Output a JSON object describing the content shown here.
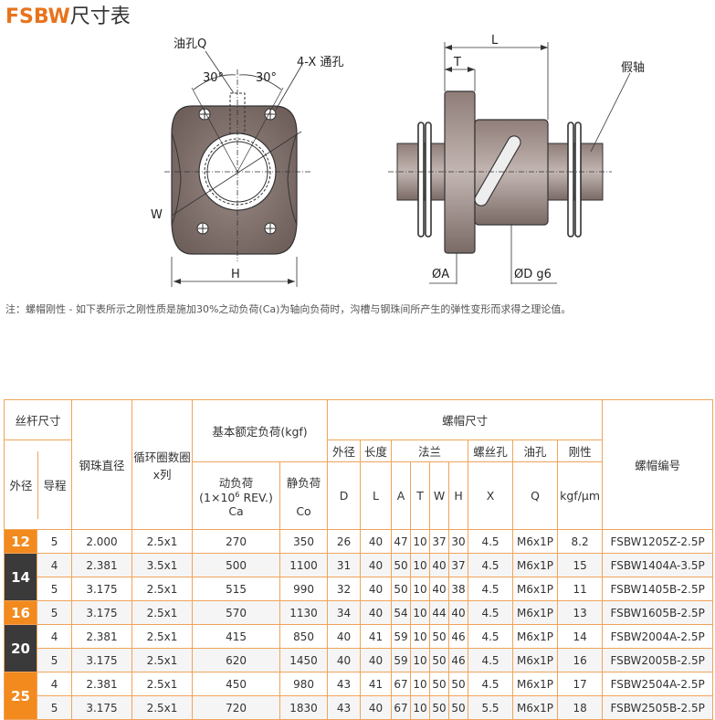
{
  "title": {
    "brand": "FSBW",
    "rest": "尺寸表"
  },
  "diagram": {
    "left_labels": {
      "oil_hole": "油孔Q",
      "angle_left": "30°",
      "angle_right": "30°",
      "through_hole": "4-X 通孔",
      "w": "W",
      "h": "H"
    },
    "right_labels": {
      "l": "L",
      "t": "T",
      "dummy_shaft": "假轴",
      "dia_a": "ØA",
      "dia_d": "ØD g6"
    }
  },
  "note": "注：螺帽刚性 - 如下表所示之刚性质是施加30%之动负荷(Ca)为轴向负荷时，沟槽与钢珠间所产生的弹性变形而求得之理论值。",
  "table": {
    "headers": {
      "screw_size": "丝杆尺寸",
      "outer_dia": "外径",
      "lead": "导程",
      "ball_dia": "钢珠直径",
      "circuits": "循环圈数圈x列",
      "load_rating": "基本额定负荷(kgf)",
      "dyn_load_1": "动负荷",
      "dyn_load_2a": "(1×10",
      "dyn_load_exp": "6",
      "dyn_load_2b": " REV.)",
      "dyn_load_3": "Ca",
      "static_load_1": "静负荷",
      "static_load_2": "Co",
      "nut_dims": "螺帽尺寸",
      "nut_od": "外径",
      "nut_len": "长度",
      "flange": "法兰",
      "bolt_hole": "螺丝孔",
      "oil_hole": "油孔",
      "rigidity": "刚性",
      "D": "D",
      "L": "L",
      "A": "A",
      "T": "T",
      "W": "W",
      "H": "H",
      "X": "X",
      "Q": "Q",
      "rigidity_unit": "kgf/μm",
      "model": "螺帽编号"
    },
    "groups": [
      {
        "size": "12",
        "color": "orange",
        "rows": [
          [
            "5",
            "2.000",
            "2.5x1",
            "270",
            "350",
            "26",
            "40",
            "47",
            "10",
            "37",
            "30",
            "4.5",
            "M6x1P",
            "8.2",
            "FSBW1205Z-2.5P"
          ]
        ]
      },
      {
        "size": "14",
        "color": "dark",
        "rows": [
          [
            "4",
            "2.381",
            "3.5x1",
            "500",
            "1100",
            "31",
            "40",
            "50",
            "10",
            "40",
            "37",
            "4.5",
            "M6x1P",
            "15",
            "FSBW1404A-3.5P"
          ],
          [
            "5",
            "3.175",
            "2.5x1",
            "515",
            "990",
            "32",
            "40",
            "50",
            "10",
            "40",
            "38",
            "4.5",
            "M6x1P",
            "11",
            "FSBW1405B-2.5P"
          ]
        ]
      },
      {
        "size": "16",
        "color": "orange",
        "rows": [
          [
            "5",
            "3.175",
            "2.5x1",
            "570",
            "1130",
            "34",
            "40",
            "54",
            "10",
            "44",
            "40",
            "4.5",
            "M6x1P",
            "13",
            "FSBW1605B-2.5P"
          ]
        ]
      },
      {
        "size": "20",
        "color": "dark",
        "rows": [
          [
            "4",
            "2.381",
            "2.5x1",
            "415",
            "850",
            "40",
            "41",
            "59",
            "10",
            "50",
            "46",
            "4.5",
            "M6x1P",
            "14",
            "FSBW2004A-2.5P"
          ],
          [
            "5",
            "3.175",
            "2.5x1",
            "620",
            "1450",
            "40",
            "40",
            "59",
            "10",
            "50",
            "46",
            "4.5",
            "M6x1P",
            "16",
            "FSBW2005B-2.5P"
          ]
        ]
      },
      {
        "size": "25",
        "color": "orange",
        "rows": [
          [
            "4",
            "2.381",
            "2.5x1",
            "450",
            "980",
            "43",
            "41",
            "67",
            "10",
            "50",
            "50",
            "4.5",
            "M6x1P",
            "17",
            "FSBW2504A-2.5P"
          ],
          [
            "5",
            "3.175",
            "2.5x1",
            "720",
            "1830",
            "43",
            "40",
            "67",
            "10",
            "50",
            "50",
            "5.5",
            "M6x1P",
            "18",
            "FSBW2505B-2.5P"
          ]
        ]
      }
    ]
  },
  "colors": {
    "accent": "#f28a1e",
    "dark": "#3b3a3a",
    "border": "#f0a45a"
  }
}
